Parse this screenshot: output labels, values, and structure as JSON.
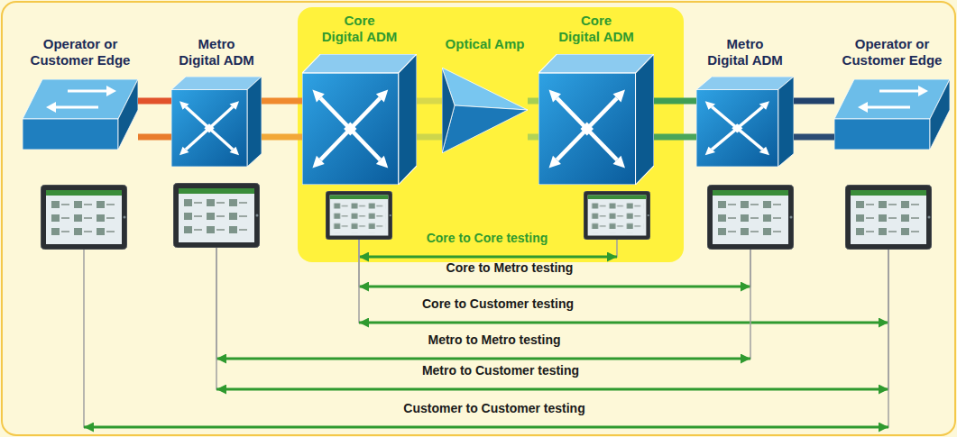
{
  "diagram": {
    "nodes": [
      {
        "text": [
          "Operator or Customer Edge"
        ]
      },
      {
        "text": [
          "Metro Digital ADM"
        ]
      },
      {
        "text": [
          "Core Digital ADM"
        ]
      },
      {
        "text": [
          "Optical Amp"
        ]
      },
      {
        "text": [
          "Core Digital ADM"
        ]
      },
      {
        "text": [
          "Metro Digital ADM"
        ]
      },
      {
        "text": [
          "Operator or Customer Edge"
        ]
      }
    ],
    "edges": [
      {
        "from": 0,
        "to": 1,
        "arrow": "none"
      },
      {
        "from": 0,
        "to": 1,
        "arrow": "none"
      },
      {
        "from": 1,
        "to": 2,
        "arrow": "none"
      },
      {
        "from": 1,
        "to": 2,
        "arrow": "none"
      },
      {
        "from": 2,
        "to": 3,
        "arrow": "none"
      },
      {
        "from": 2,
        "to": 3,
        "arrow": "none"
      },
      {
        "from": 3,
        "to": 4,
        "arrow": "none"
      },
      {
        "from": 3,
        "to": 4,
        "arrow": "none"
      },
      {
        "from": 4,
        "to": 5,
        "arrow": "none"
      },
      {
        "from": 4,
        "to": 5,
        "arrow": "none"
      },
      {
        "from": 5,
        "to": 6,
        "arrow": "none"
      },
      {
        "from": 5,
        "to": 6,
        "arrow": "none"
      },
      {
        "from": 2,
        "to": 4,
        "arrow": "both",
        "label": "Core to Core testing"
      },
      {
        "from": 2,
        "to": 5,
        "arrow": "both",
        "label": "Core to Metro testing"
      },
      {
        "from": 2,
        "to": 6,
        "arrow": "both",
        "label": "Core to Customer testing"
      },
      {
        "from": 1,
        "to": 5,
        "arrow": "both",
        "label": "Metro to Metro testing"
      },
      {
        "from": 1,
        "to": 6,
        "arrow": "both",
        "label": "Metro to Customer testing"
      },
      {
        "from": 0,
        "to": 6,
        "arrow": "both",
        "label": "Customer to Customer testing"
      }
    ]
  }
}
